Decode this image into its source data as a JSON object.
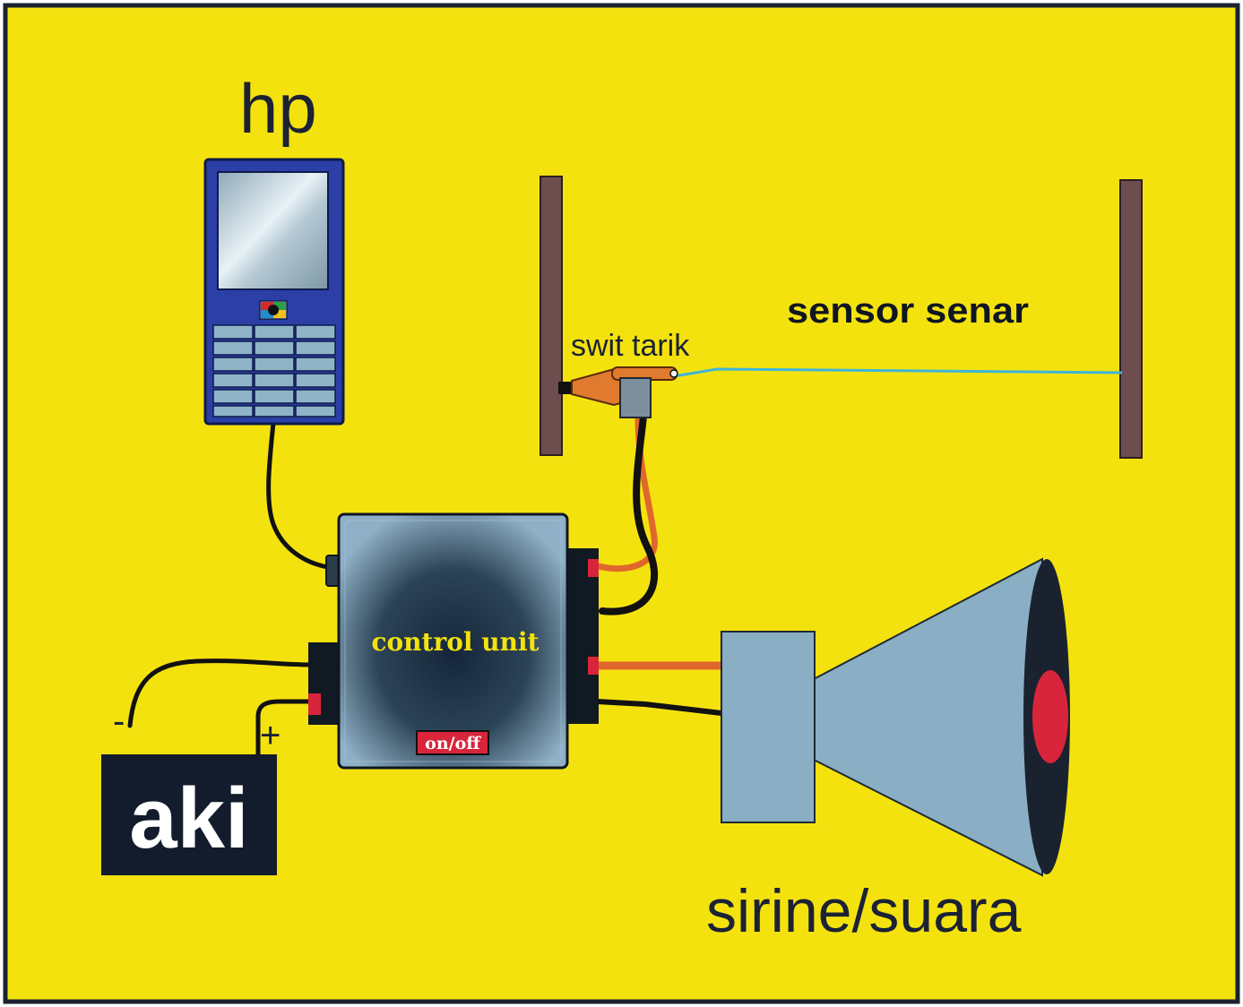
{
  "diagram": {
    "labels": {
      "phone": "hp",
      "sensor": "sensor senar",
      "switch": "swit tarik",
      "control_unit": "control unit",
      "power_switch": "on/off",
      "battery": "aki",
      "battery_negative": "-",
      "battery_positive": "+",
      "siren": "sirine/suara"
    },
    "colors": {
      "background": "#f4e20f",
      "border": "#1a2230",
      "phone_body": "#2b3fa6",
      "post": "#6e4d4e",
      "tripwire": "#3fb4d8",
      "control_unit": "#2f4556",
      "battery": "#121c2c",
      "siren": "#8aaec3",
      "siren_light": "#d8253b",
      "wire_red": "#e0672c",
      "wire_black": "#111111"
    }
  }
}
